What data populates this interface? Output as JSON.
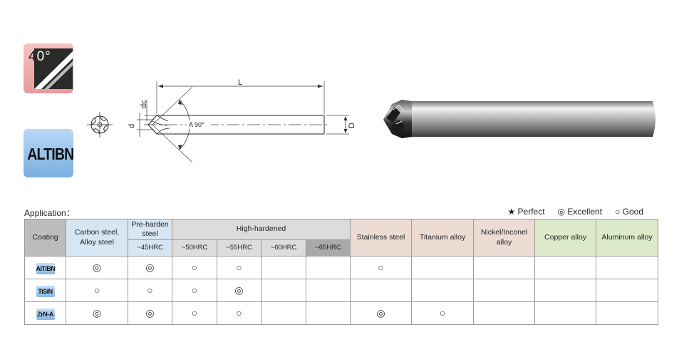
{
  "badges": {
    "angle": {
      "digit1": "4",
      "digit2": "0",
      "degree": "°"
    },
    "coating": "ALTIBN"
  },
  "drawing": {
    "label_L": "L",
    "label_dc": "dc",
    "label_d": "d",
    "label_D": "D",
    "label_angle": "A 90°"
  },
  "table": {
    "title": "Application：",
    "legend": {
      "perfect": "★ Perfect",
      "excellent": "◎ Excellent",
      "good": "○ Good"
    },
    "headers": {
      "coating": "Coating",
      "carbon": "Carbon steel, Alloy steel",
      "pre_harden": "Pre-harden steel",
      "high_hardened": "High-hardened",
      "stainless": "Stainless steel",
      "titanium": "Titanium alloy",
      "nickel": "Nickel/Inconel alloy",
      "copper": "Copper alloy",
      "aluminum": "Aluminum alloy"
    },
    "subheaders": {
      "pre": "~45HRC",
      "h50": "~50HRC",
      "h55": "~55HRC",
      "h60": "~60HRC",
      "h65": "~65HRC"
    },
    "rows": [
      {
        "coating": "AlTiBN",
        "cells": [
          "◎",
          "◎",
          "○",
          "○",
          "",
          "",
          "○",
          "",
          "",
          "",
          ""
        ]
      },
      {
        "coating": "TiSiN",
        "cells": [
          "○",
          "○",
          "○",
          "◎",
          "",
          "",
          "",
          "",
          "",
          "",
          ""
        ]
      },
      {
        "coating": "ZrN-A",
        "cells": [
          "◎",
          "◎",
          "○",
          "○",
          "",
          "",
          "◎",
          "○",
          "",
          "",
          ""
        ]
      }
    ]
  }
}
